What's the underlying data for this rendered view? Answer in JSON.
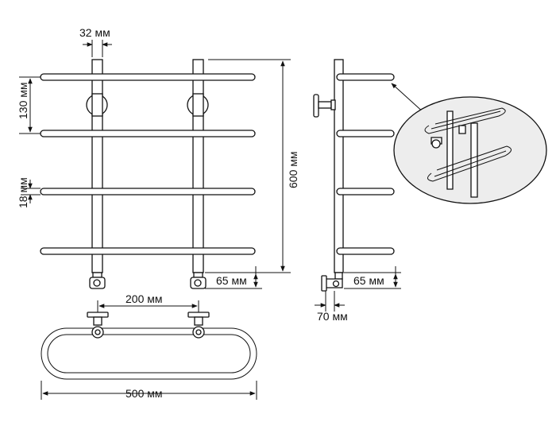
{
  "dimensions": {
    "pipe_diameter": "32 мм",
    "rung_spacing": "130 мм",
    "rung_diameter": "18 мм",
    "height": "600 мм",
    "outlet_height_front": "65 мм",
    "outlet_height_side": "65 мм",
    "center_distance": "200 мм",
    "wall_offset": "70 мм",
    "width": "500 мм"
  },
  "colors": {
    "line": "#111111",
    "fill": "#ffffff",
    "detail_bg": "#ededed"
  }
}
